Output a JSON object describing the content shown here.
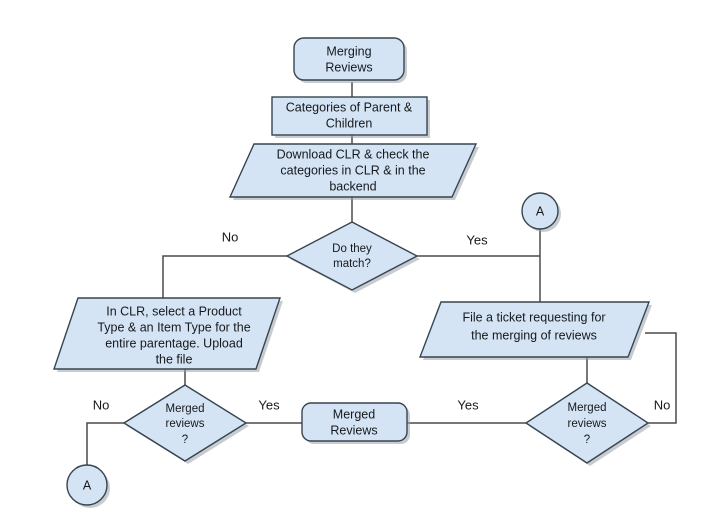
{
  "diagram": {
    "title": "Merging Reviews",
    "type": "flowchart",
    "background": "#ffffff",
    "node_fill": "#d4e4f5",
    "node_stroke": "#36454f",
    "connector_color": "#4a4a4a"
  },
  "nodes": {
    "start": {
      "shape": "rounded-rectangle",
      "line1": "Merging",
      "line2": "Reviews"
    },
    "categories": {
      "shape": "rectangle",
      "line1": "Categories of Parent &",
      "line2": "Children"
    },
    "download": {
      "shape": "parallelogram",
      "line1": "Download CLR & check the",
      "line2": "categories in CLR & in the",
      "line3": "backend"
    },
    "decision_match": {
      "shape": "diamond",
      "line1": "Do they",
      "line2": "match?"
    },
    "connector_a_top": {
      "shape": "circle",
      "label": "A"
    },
    "in_clr": {
      "shape": "parallelogram",
      "line1": "In CLR, select a Product",
      "line2": "Type & an Item Type for the",
      "line3": "entire parentage. Upload",
      "line4": "the file"
    },
    "file_ticket": {
      "shape": "parallelogram",
      "line1": "File a ticket requesting for",
      "line2": "the merging of reviews"
    },
    "decision_merged_left": {
      "shape": "diamond",
      "line1": "Merged",
      "line2": "reviews",
      "line3": "?"
    },
    "merged_reviews": {
      "shape": "rounded-rectangle",
      "line1": "Merged",
      "line2": "Reviews"
    },
    "decision_merged_right": {
      "shape": "diamond",
      "line1": "Merged",
      "line2": "reviews",
      "line3": "?"
    },
    "connector_a_bottom": {
      "shape": "circle",
      "label": "A"
    }
  },
  "edge_labels": {
    "match_no": "No",
    "match_yes": "Yes",
    "merged_left_no": "No",
    "merged_left_yes": "Yes",
    "merged_right_yes": "Yes",
    "merged_right_no": "No"
  }
}
